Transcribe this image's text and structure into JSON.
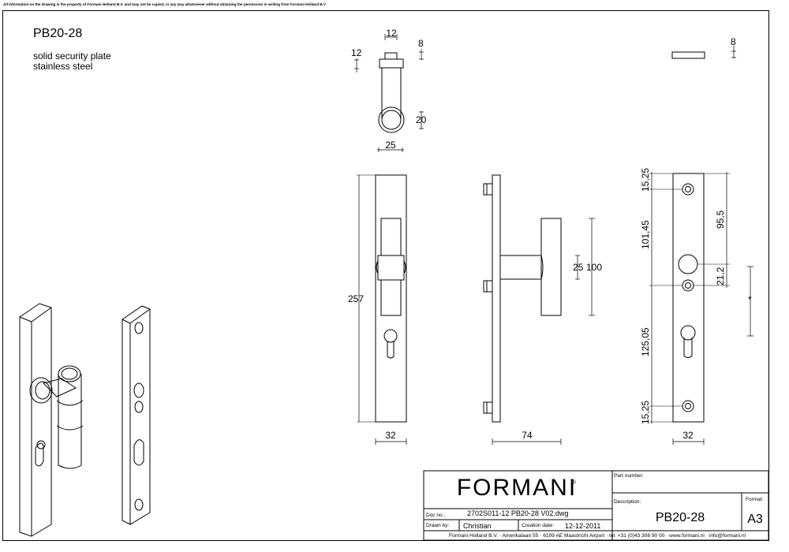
{
  "notice": "All information on the drawing is the property of Formani Holland B.V. and may not be copied, in any way whatsoever without obtaining the permission in writing from Formani Holland B.V",
  "product": {
    "code": "PB20-28",
    "line1": "solid security plate",
    "line2": "stainless steel"
  },
  "dimensions": {
    "top_width": "12",
    "top_cap": "8",
    "top_height": "12",
    "top_round": "20",
    "top_bottom": "25",
    "plate_cap": "8",
    "front_height": "257",
    "front_width": "32",
    "side_depth": "74",
    "side_grip": "25",
    "side_length": "100",
    "back_top_edge": "15,25",
    "back_upper": "101,45",
    "back_lower": "125,05",
    "back_bottom_edge": "15,25",
    "back_right_upper": "95,5",
    "back_right_gap": "21,2",
    "back_right_star": "*",
    "back_width": "32"
  },
  "title_block": {
    "brand": "FORMANI",
    "brand_mark": "®",
    "part_number_label": "Part number:",
    "description_label": "Description:",
    "description_value": "PB20-28",
    "format_label": "Format:",
    "format_value": "A3",
    "doc_label": "Doc no.:",
    "doc_value": "2702S011-12 PB20-28 V02.dwg",
    "drawn_label": "Drawn by:",
    "drawn_value": "Christian",
    "created_label": "Creation date:",
    "created_value": "12-12-2011",
    "footer": "Formani Holland B.V. · Amerikalaan 55 · 6199 AE Maastricht Airport · tel: +31 (0)43 308 90 00 · www.formani.nl · info@formani.nl"
  }
}
